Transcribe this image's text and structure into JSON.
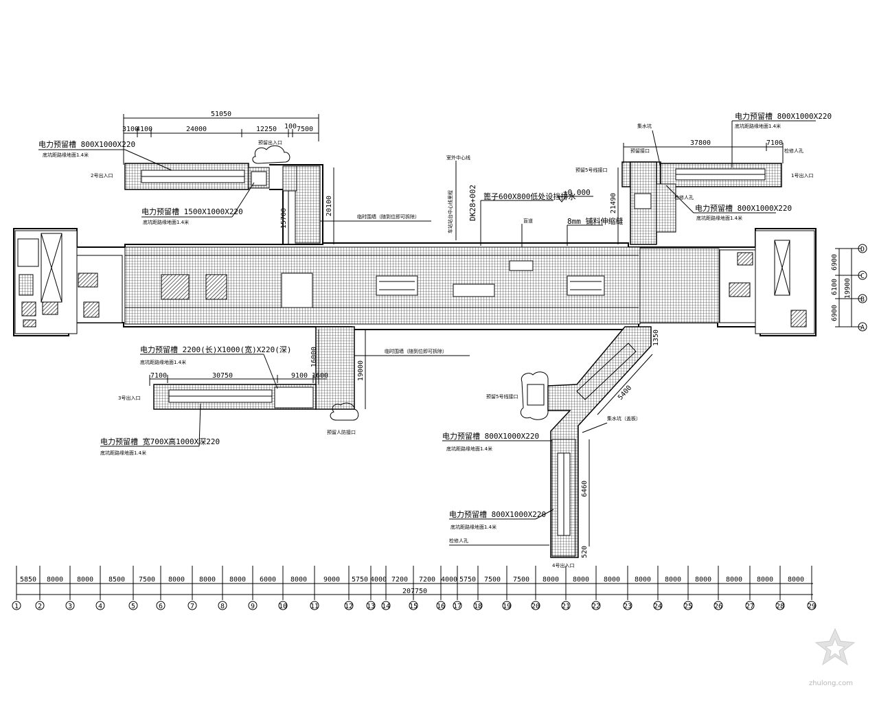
{
  "top_dims": {
    "total": "51050",
    "segments": [
      "3100",
      "4100",
      "24000",
      "12250",
      "100",
      "7500"
    ]
  },
  "right_top_dims": {
    "total": "37800",
    "seg": "7100"
  },
  "right_side_dims": {
    "segments": [
      "6900",
      "6100",
      "6900"
    ],
    "total": "19900"
  },
  "vertical_dims": {
    "d15700": "15700",
    "d20100": "20100",
    "d21490": "21490",
    "d16000": "16000",
    "d19000": "19000",
    "d1350": "1350",
    "d5400": "5400",
    "d6460": "6460",
    "d520": "520"
  },
  "bottom_left_dims": {
    "a": "7100",
    "b": "30750",
    "c": "9100",
    "d": "1600"
  },
  "entrances": {
    "e1": "1号出入口",
    "e2": "2号出入口",
    "e3": "3号出入口",
    "e4": "4号出入口"
  },
  "annotations": {
    "ann_l1_spec": "电力预留槽 800X1000X220",
    "ann_l1_note": "底坑距路缘地面1.4米",
    "ann_l2_spec": "电力预留槽 1500X1000X220",
    "ann_l2_note": "底坑距路缘地面1.4米",
    "ann_l3_spec": "电力预留槽 2200(长)X1000(宽)X220(深)",
    "ann_l3_note": "底坑距路缘地面1.4米",
    "ann_l4_spec": "电力预留槽 宽700X高1000X深220",
    "ann_l4_note": "底坑距路缘地面1.4米",
    "ann_r1_spec": "电力预留槽 800X1000X220",
    "ann_r1_note": "底坑距路缘地面1.4米",
    "ann_r2_spec": "电力预留槽 800X1000X220",
    "ann_r2_note": "底坑距路缘地面1.4米",
    "ann_b1_spec": "电力预留槽 800X1000X220",
    "ann_b1_note": "底坑距路缘地面1.4米",
    "ann_b2_spec": "电力预留槽 800X1000X220",
    "ann_b2_note": "底坑距路缘地面1.4米",
    "center_mark": "室外中心线",
    "station_vert": "车站站台中心线里程",
    "dk": "DK28+002",
    "grate": "篦子600X800低处设挡排水",
    "elev": "±0.000",
    "mm": "8mm 铺料伸缩缝",
    "blind1": "盲道",
    "bracket_top": "临时围墙（随到位即可拆除）",
    "bracket_bottom": "临时围墙（随到位即可拆除）",
    "future5_top": "预留5号线接口",
    "future5_bottom": "预留5号线接口",
    "future_entrance_top": "预留出入口",
    "future_entrance_bottom": "预留人防接口",
    "drain_right": "集水坑",
    "drain_bottom": "集水坑（盖板）",
    "exit_r1": "检修人孔",
    "exit_r2": "检修人孔",
    "exit_b1": "检修人孔",
    "check_top": "预留接口"
  },
  "bottom_dims": {
    "spans": [
      "5850",
      "8000",
      "8000",
      "8500",
      "7500",
      "8000",
      "8000",
      "8000",
      "6000",
      "8000",
      "9000",
      "5750",
      "4000",
      "7200",
      "7200",
      "4000",
      "5750",
      "7500",
      "7500",
      "8000",
      "8000",
      "8000",
      "8000",
      "8000",
      "8000",
      "8000",
      "8000",
      "8000"
    ],
    "total": "207750",
    "axes": [
      "1",
      "2",
      "3",
      "4",
      "5",
      "6",
      "7",
      "8",
      "9",
      "10",
      "11",
      "12",
      "13",
      "14",
      "15",
      "16",
      "17",
      "18",
      "19",
      "20",
      "21",
      "22",
      "23",
      "24",
      "25",
      "26",
      "27",
      "28",
      "29"
    ]
  },
  "row_axes": [
    "D",
    "C",
    "B",
    "A"
  ],
  "watermark": "zhulong.com"
}
